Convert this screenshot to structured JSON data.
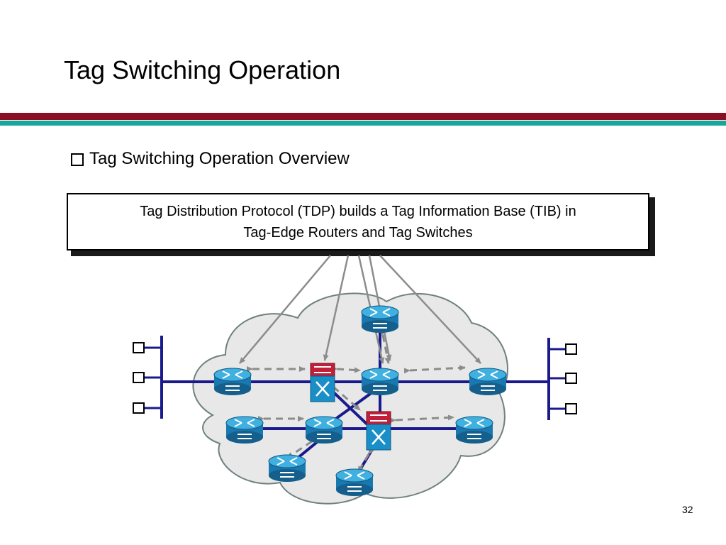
{
  "slide": {
    "title": "Tag Switching Operation",
    "bullet": "Tag Switching Operation Overview",
    "callout_line1": "Tag Distribution Protocol (TDP) builds a Tag Information Base (TIB) in",
    "callout_line2": "Tag-Edge Routers and Tag Switches",
    "page_number": "32"
  },
  "colors": {
    "header_rule": "#8b0f24",
    "accent_rule": "#1aa59a",
    "cloud_fill": "#e8e8e8",
    "cloud_stroke": "#708080",
    "link": "#1a1a8c",
    "router": "#1a8fc7",
    "tag_switch_top": "#c0203a",
    "pointer": "#8c8c8c",
    "tdp_arrow": "#8c8c8c"
  },
  "icons": [
    "router-icon",
    "tag-switch-icon",
    "host-icon"
  ]
}
